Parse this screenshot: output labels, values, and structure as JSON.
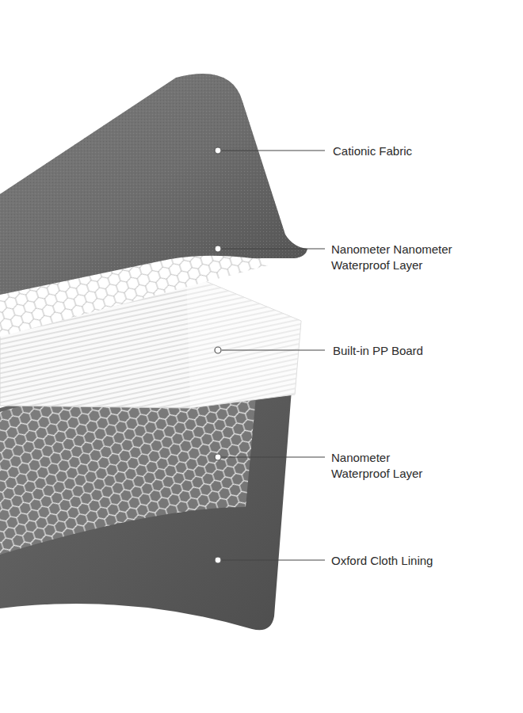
{
  "diagram": {
    "labels": [
      "Cationic Fabric",
      "Nanometer Nanometer Waterproof Layer",
      "Built-in PP Board",
      "Nanometer Waterproof Layer",
      "Oxford Cloth Lining"
    ]
  }
}
